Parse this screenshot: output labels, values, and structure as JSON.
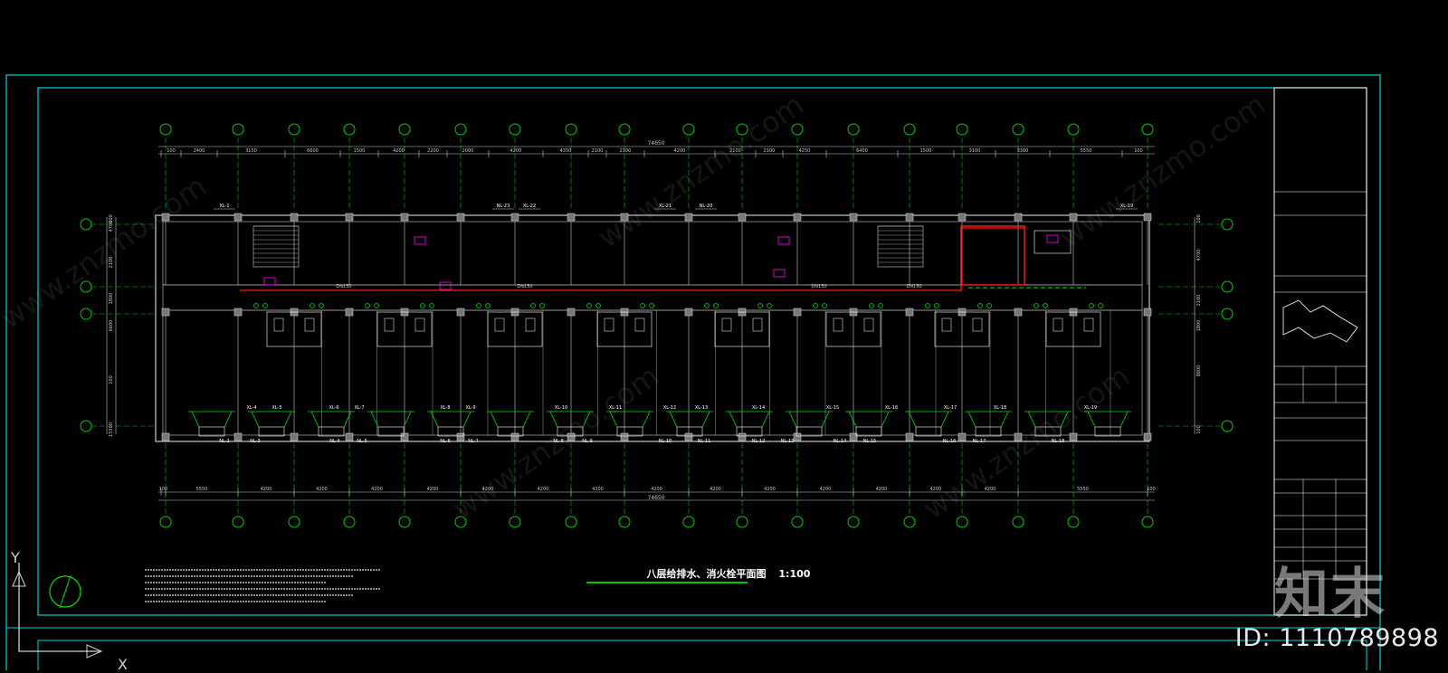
{
  "drawing": {
    "title": "八层给排水、消火栓平面图",
    "scale": "1:100",
    "total_dimension_top": "74650",
    "total_dimension_bottom": "74650",
    "axis_labels": {
      "y": "Y",
      "x": "X"
    },
    "top_dimensions": [
      "100",
      "2400",
      "3150",
      "6600",
      "1500",
      "4200",
      "2200",
      "2000",
      "4200",
      "4350",
      "2100",
      "2100",
      "4200",
      "2100",
      "2100",
      "4250",
      "6400",
      "1500",
      "3100",
      "3300",
      "5550",
      "100"
    ],
    "bottom_dimensions": [
      "100",
      "5550",
      "4200",
      "4200",
      "4200",
      "4200",
      "4200",
      "4200",
      "4200",
      "4200",
      "4200",
      "4200",
      "4200",
      "4200",
      "4200",
      "4200",
      "5550",
      "100"
    ],
    "left_dimensions": [
      "100",
      "4700",
      "2100",
      "1800",
      "6600",
      "100",
      "15300"
    ],
    "right_dimensions": [
      "100",
      "4700",
      "2100",
      "1800",
      "8800",
      "100"
    ],
    "main_pipes": [
      "DN150",
      "DN150",
      "DN150",
      "DN150"
    ],
    "pipe_labels_top": [
      "XL-1",
      "NL-23",
      "XL-22",
      "XL-21",
      "NL-20",
      "XL-19"
    ],
    "pipe_labels_bottom": [
      "XL-4",
      "XL-5",
      "XL-6",
      "XL-7",
      "XL-8",
      "XL-9",
      "XL-10",
      "XL-11",
      "XL-12",
      "XL-13",
      "XL-14",
      "XL-15",
      "XL-16",
      "XL-17",
      "XL-18",
      "XL-19"
    ],
    "nl_labels_bottom": [
      "NL-2",
      "NL-3",
      "NL-4",
      "NL-5",
      "NL-6",
      "NL-7",
      "NL-8",
      "NL-9",
      "NL-10",
      "NL-11",
      "NL-12",
      "NL-13",
      "NL-14",
      "NL-15",
      "NL-16",
      "NL-17",
      "NL-18"
    ]
  },
  "colors": {
    "background": "#000000",
    "frame": "#00d6d6",
    "walls": "#c8c8c8",
    "axis": "#00c800",
    "dimensions": "#c8c8c8",
    "water_pipe": "#ff1e1e",
    "drain_pipe": "#00e000",
    "fixture": "#ffffff",
    "equipment_magenta": "#ff00ff"
  },
  "icons": [
    "north-arrow-icon",
    "ucs-axis-icon",
    "key-plan-icon",
    "brand-logo"
  ],
  "branding": {
    "logo_text": "知末",
    "asset_id": "ID: 1110789898",
    "watermark": "www.znzmo.com"
  }
}
